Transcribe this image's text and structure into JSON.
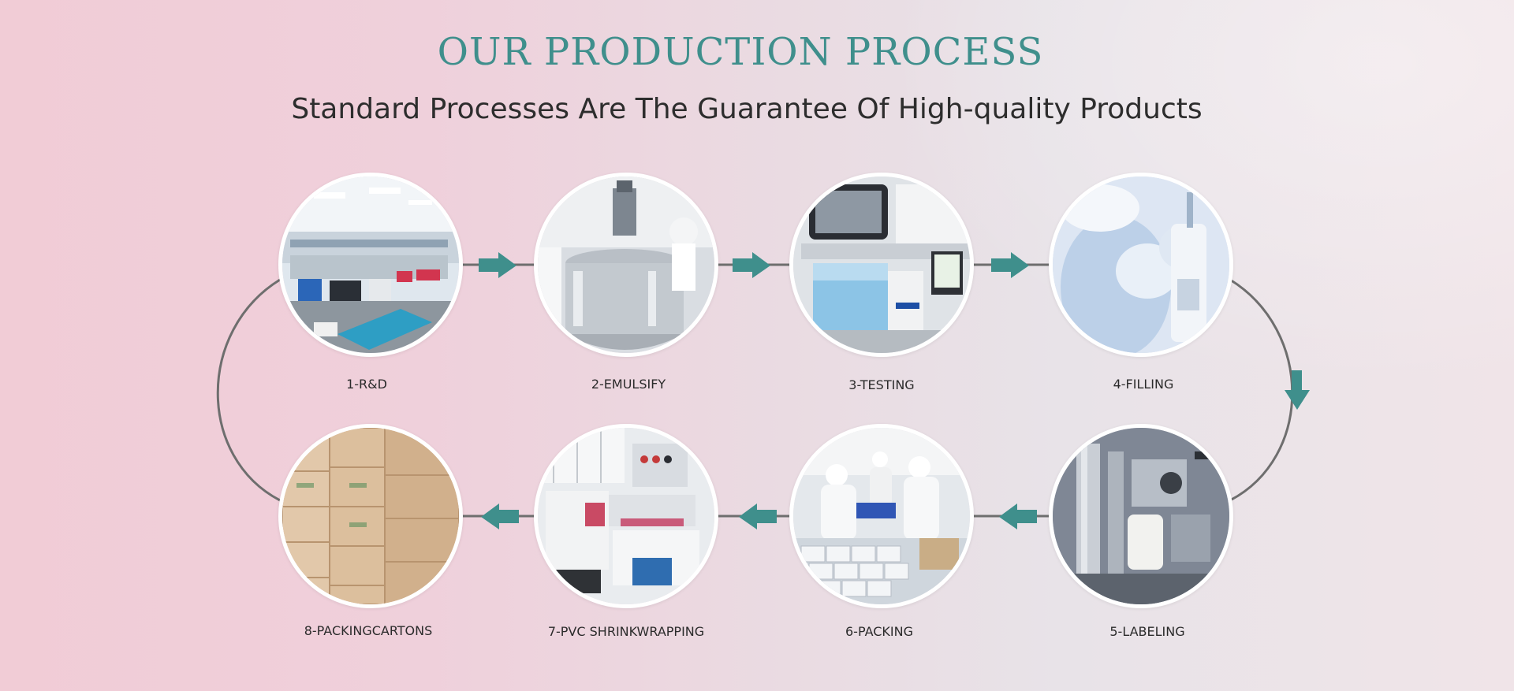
{
  "header": {
    "title": "OUR PRODUCTION PROCESS",
    "subtitle": "Standard Processes Are The Guarantee Of High-quality Products"
  },
  "colors": {
    "accent": "#3f8f8c",
    "connector": "#6e6e6e",
    "ring": "#ffffff"
  },
  "steps": [
    {
      "label": "1-R&D",
      "image": "laboratory-photo"
    },
    {
      "label": "2-EMULSIFY",
      "image": "emulsifier-tank-photo"
    },
    {
      "label": "3-TESTING",
      "image": "testing-instrument-photo"
    },
    {
      "label": "4-FILLING",
      "image": "filling-worker-photo"
    },
    {
      "label": "5-LABELING",
      "image": "labeling-machine-photo"
    },
    {
      "label": "6-PACKING",
      "image": "packing-line-photo"
    },
    {
      "label": "7-PVC SHRINKWRAPPING",
      "image": "shrinkwrap-machine-photo"
    },
    {
      "label": "8-PACKINGCARTONS",
      "image": "carton-stack-photo"
    }
  ]
}
